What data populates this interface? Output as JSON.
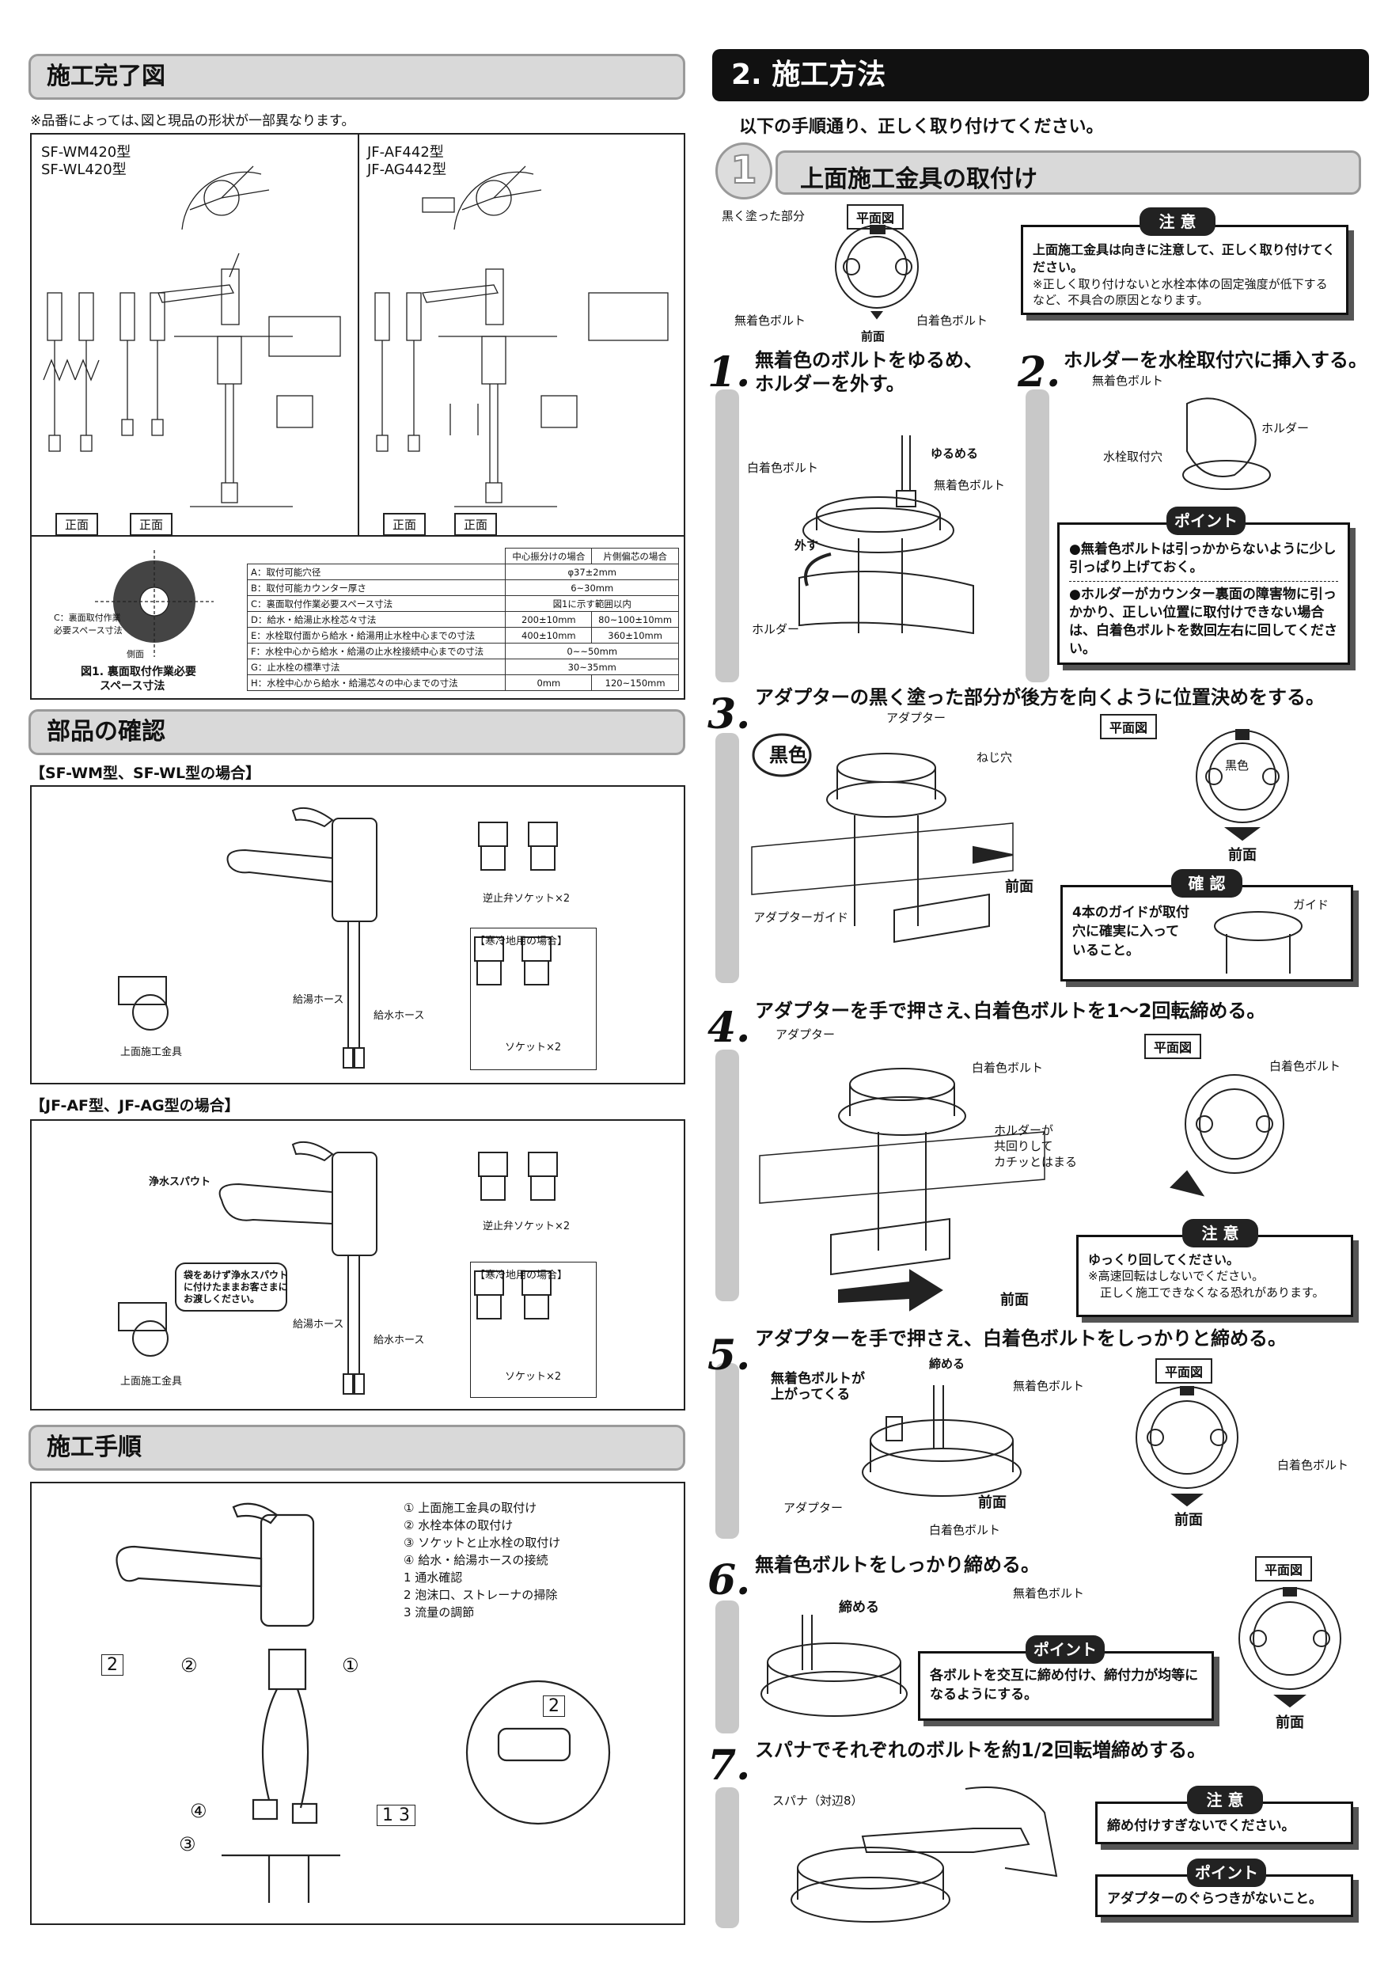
{
  "left": {
    "completion": {
      "heading": "施工完了図",
      "note": "※品番によっては､図と現品の形状が一部異なります。",
      "models_a": [
        "SF-WM420型",
        "SF-WL420型"
      ],
      "models_b": [
        "JF-AF442型",
        "JF-AG442型"
      ],
      "front_label": "正面",
      "side_label": "側面",
      "fig_caption": [
        "図1. 裏面取付作業必要",
        "スペース寸法"
      ],
      "fig_note": "C：裏面取付作業\n必要スペース寸法",
      "table": {
        "headers": [
          "",
          "中心振分けの場合",
          "片側偏芯の場合"
        ],
        "rows": [
          [
            "A：取付可能穴径",
            "φ37±2mm",
            ""
          ],
          [
            "B：取付可能カウンター厚さ",
            "6~30mm",
            ""
          ],
          [
            "C：裏面取付作業必要スペース寸法",
            "図1に示す範囲以内",
            ""
          ],
          [
            "D：給水・給湯止水栓芯々寸法",
            "200±10mm",
            "80~100±10mm"
          ],
          [
            "E：水栓取付面から給水・給湯用止水栓中心までの寸法",
            "400±10mm",
            "360±10mm"
          ],
          [
            "F：水栓中心から給水・給湯の止水栓接続中心までの寸法",
            "0~~50mm",
            ""
          ],
          [
            "G：止水栓の標準寸法",
            "30~35mm",
            ""
          ],
          [
            "H：水栓中心から給水・給湯芯々の中心までの寸法",
            "0mm",
            "120~150mm"
          ]
        ]
      }
    },
    "parts": {
      "heading": "部品の確認",
      "sf_title": "【SF-WM型、SF-WL型の場合】",
      "jf_title": "【JF-AF型、JF-AG型の場合】",
      "check_socket": "逆止弁ソケット×2",
      "cold_region": "【寒冷地用の場合】",
      "socket": "ソケット×2",
      "hot_hose": "給湯ホース",
      "cold_hose": "給水ホース",
      "top_fitting": "上面施工金具",
      "spout": "浄水スパウト",
      "bag_note": "袋をあけず浄水スパウト\nに付けたままお客さまに\nお渡しください。"
    },
    "procedure": {
      "heading": "施工手順",
      "steps": [
        "① 上面施工金具の取付け",
        "② 水栓本体の取付け",
        "③ ソケットと止水栓の取付け",
        "④ 給水・給湯ホースの接続",
        "1 通水確認",
        "2 泡沫口、ストレーナの掃除",
        "3 流量の調節"
      ],
      "callouts": [
        "2",
        "②",
        "①",
        "④",
        "1 3",
        "③",
        "2"
      ]
    }
  },
  "right": {
    "heading": "2. 施工方法",
    "intro": "以下の手順通り、正しく取り付けてください。",
    "sub_num": "1",
    "sub_heading": "上面施工金具の取付け",
    "plan_view": "平面図",
    "front": "前面",
    "labels": {
      "black_part": "黒く塗った部分",
      "no_color_bolt": "無着色ボルト",
      "white_bolt": "白着色ボルト",
      "loosen": "ゆるめる",
      "remove": "外す",
      "holder": "ホルダー",
      "faucet_hole": "水栓取付穴",
      "adapter": "アダプター",
      "screw_hole": "ねじ穴",
      "adapter_guide": "アダプターガイド",
      "black_color": "黒色",
      "guide": "ガイド",
      "holder_turn": "ホルダーが\n共回りして\nカチッとはまる",
      "tighten": "締める",
      "bolt_rises": "無着色ボルトが\n上がってくる",
      "spanner": "スパナ（対辺8）"
    },
    "caution_tag": "注 意",
    "point_tag": "ポイント",
    "confirm_tag": "確 認",
    "caution1": "上面施工金具は向きに注意して、正しく取り付けてください。",
    "caution1_sub": "※正しく取り付けないと水栓本体の固定強度が低下するなど、不具合の原因となります。",
    "steps": [
      {
        "num": "1.",
        "title": "無着色のボルトをゆるめ、\nホルダーを外す。"
      },
      {
        "num": "2.",
        "title": "ホルダーを水栓取付穴に挿入する。"
      },
      {
        "num": "3.",
        "title": "アダプターの黒く塗った部分が後方を向くように位置決めをする。"
      },
      {
        "num": "4.",
        "title": "アダプターを手で押さえ､白着色ボルトを1～2回転締める。"
      },
      {
        "num": "5.",
        "title": "アダプターを手で押さえ、白着色ボルトをしっかりと締める。"
      },
      {
        "num": "6.",
        "title": "無着色ボルトをしっかり締める。"
      },
      {
        "num": "7.",
        "title": "スパナでそれぞれのボルトを約1/2回転増締めする。"
      }
    ],
    "point2": [
      "●無着色ボルトは引っかからないように少し引っぱり上げておく。",
      "●ホルダーがカウンター裏面の障害物に引っかかり、正しい位置に取付けできない場合は、白着色ボルトを数回左右に回してください。"
    ],
    "confirm3": "4本のガイドが取付穴に確実に入っていること。",
    "caution4": "ゆっくり回してください。",
    "caution4_sub": "※高速回転はしないでください。\n　正しく施工できなくなる恐れがあります。",
    "point6": "各ボルトを交互に締め付け、締付力が均等になるようにする。",
    "caution7": "締め付けすぎないでください。",
    "point7": "アダプターのぐらつきがないこと。"
  }
}
